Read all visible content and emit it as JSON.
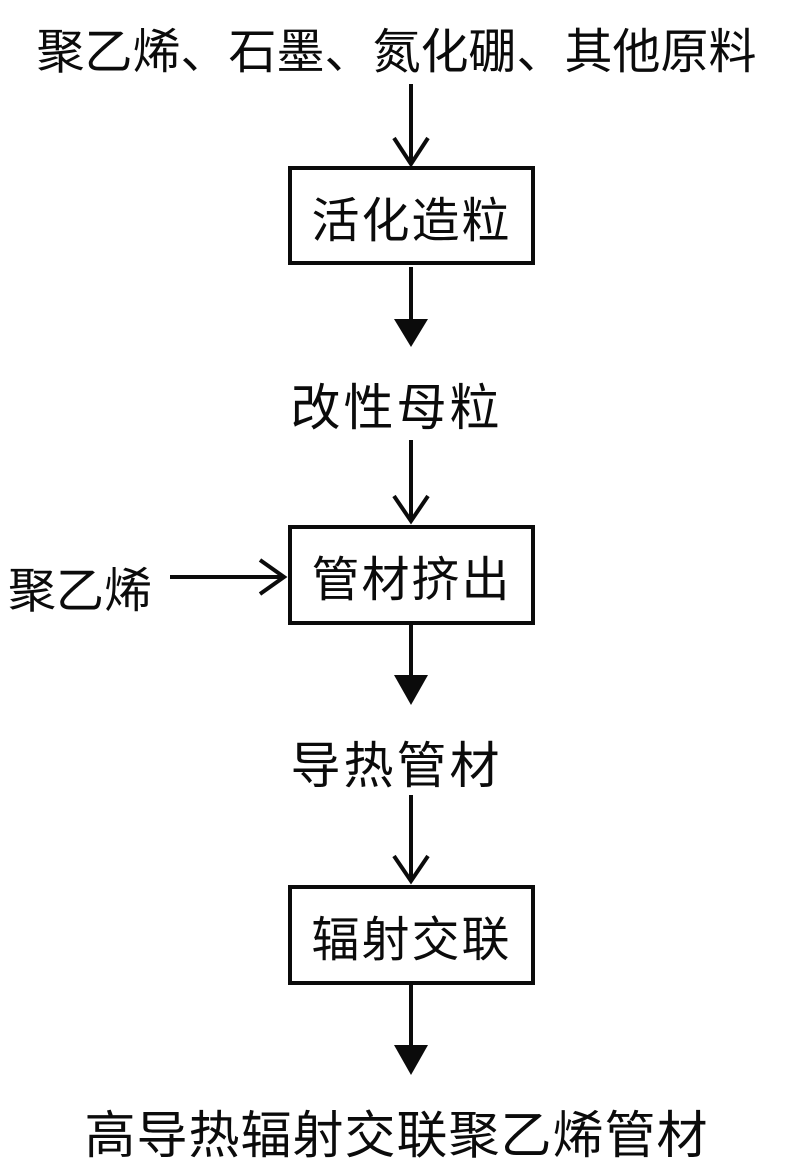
{
  "page": {
    "background_color": "#ffffff",
    "ink_color": "#0b0b0b",
    "type": "process-flowchart"
  },
  "flowchart": {
    "inputs_label": "聚乙烯、石墨、氮化硼、其他原料",
    "steps": {
      "activation": "活化造粒",
      "extrusion": "管材挤出",
      "crosslinking": "辐射交联"
    },
    "intermediates": {
      "masterbatch": "改性母粒",
      "conductive_pipe": "导热管材"
    },
    "side_input": "聚乙烯",
    "output_label": "高导热辐射交联聚乙烯管材"
  }
}
